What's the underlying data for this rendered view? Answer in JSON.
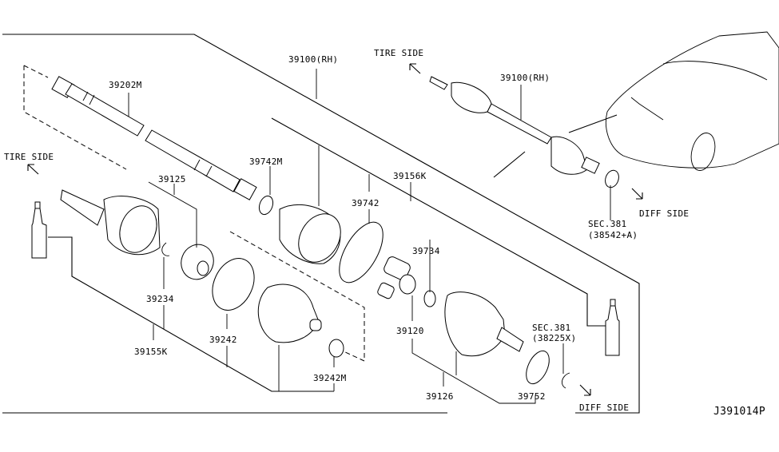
{
  "diagram_id": "J391014P",
  "directions": {
    "tire_side_left": "TIRE SIDE",
    "tire_side_top": "TIRE SIDE",
    "diff_side_top": "DIFF SIDE",
    "diff_side_bottom": "DIFF SIDE"
  },
  "labels": {
    "assembly_main": "39100(RH)",
    "assembly_overview": "39100(RH)",
    "shaft": "39202M",
    "boot_band_small_outer": "39742M",
    "boot_outer": "39742",
    "boot_kit_outer": "39156K",
    "inner_race": "39125",
    "snap_ring_outer": "39234",
    "joint_kit_outer": "39155K",
    "boot_band_inner": "39242",
    "boot_band_small_inner": "39242M",
    "spider": "39734",
    "spider_assy": "39120",
    "housing": "39126",
    "dust_shield": "39752",
    "sec_ref_1_line1": "SEC.381",
    "sec_ref_1_line2": "(38542+A)",
    "sec_ref_2_line1": "SEC.381",
    "sec_ref_2_line2": "(38225X)"
  }
}
